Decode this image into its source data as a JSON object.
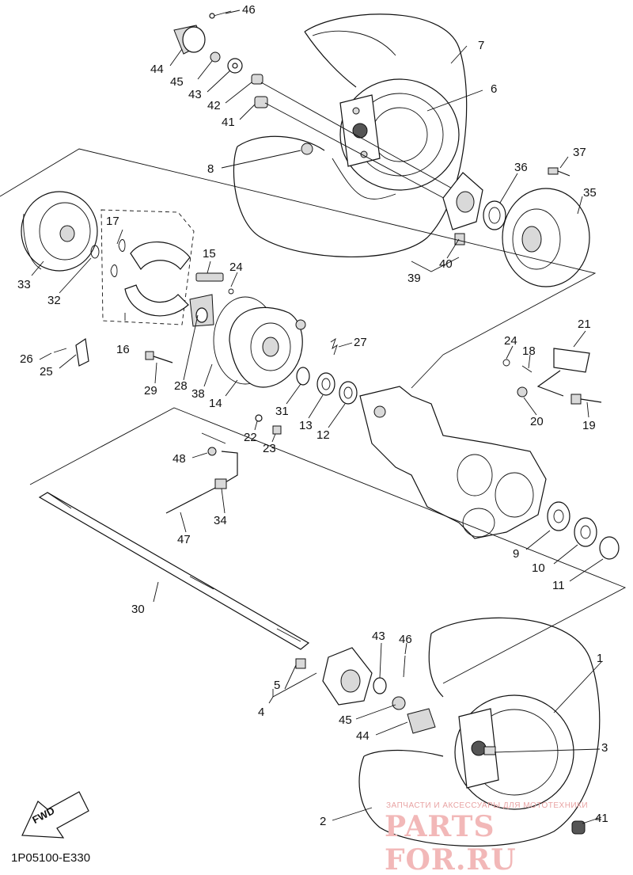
{
  "diagram_code": "1P05100-E330",
  "fwd_label": "FWD",
  "watermark": {
    "line1": "ЗАПЧАСТИ И АКСЕССУАРЫ ДЛЯ МОТОТЕХНИКИ",
    "logo": "PARTS FOR.RU"
  },
  "callouts": {
    "c1": "1",
    "c2": "2",
    "c3": "3",
    "c4": "4",
    "c5": "5",
    "c6": "6",
    "c7": "7",
    "c8": "8",
    "c9": "9",
    "c10": "10",
    "c11": "11",
    "c12": "12",
    "c13": "13",
    "c14": "14",
    "c15": "15",
    "c16": "16",
    "c17": "17",
    "c18": "18",
    "c19": "19",
    "c20": "20",
    "c21": "21",
    "c22": "22",
    "c23": "23",
    "c24a": "24",
    "c24b": "24",
    "c25": "25",
    "c26": "26",
    "c27": "27",
    "c28": "28",
    "c29": "29",
    "c30": "30",
    "c31": "31",
    "c32": "32",
    "c33": "33",
    "c34": "34",
    "c35": "35",
    "c36": "36",
    "c37": "37",
    "c38": "38",
    "c39": "39",
    "c40": "40",
    "c41a": "41",
    "c41b": "41",
    "c42": "42",
    "c43a": "43",
    "c43b": "43",
    "c44a": "44",
    "c44b": "44",
    "c45a": "45",
    "c45b": "45",
    "c46a": "46",
    "c46b": "46",
    "c47": "47",
    "c48": "48"
  }
}
